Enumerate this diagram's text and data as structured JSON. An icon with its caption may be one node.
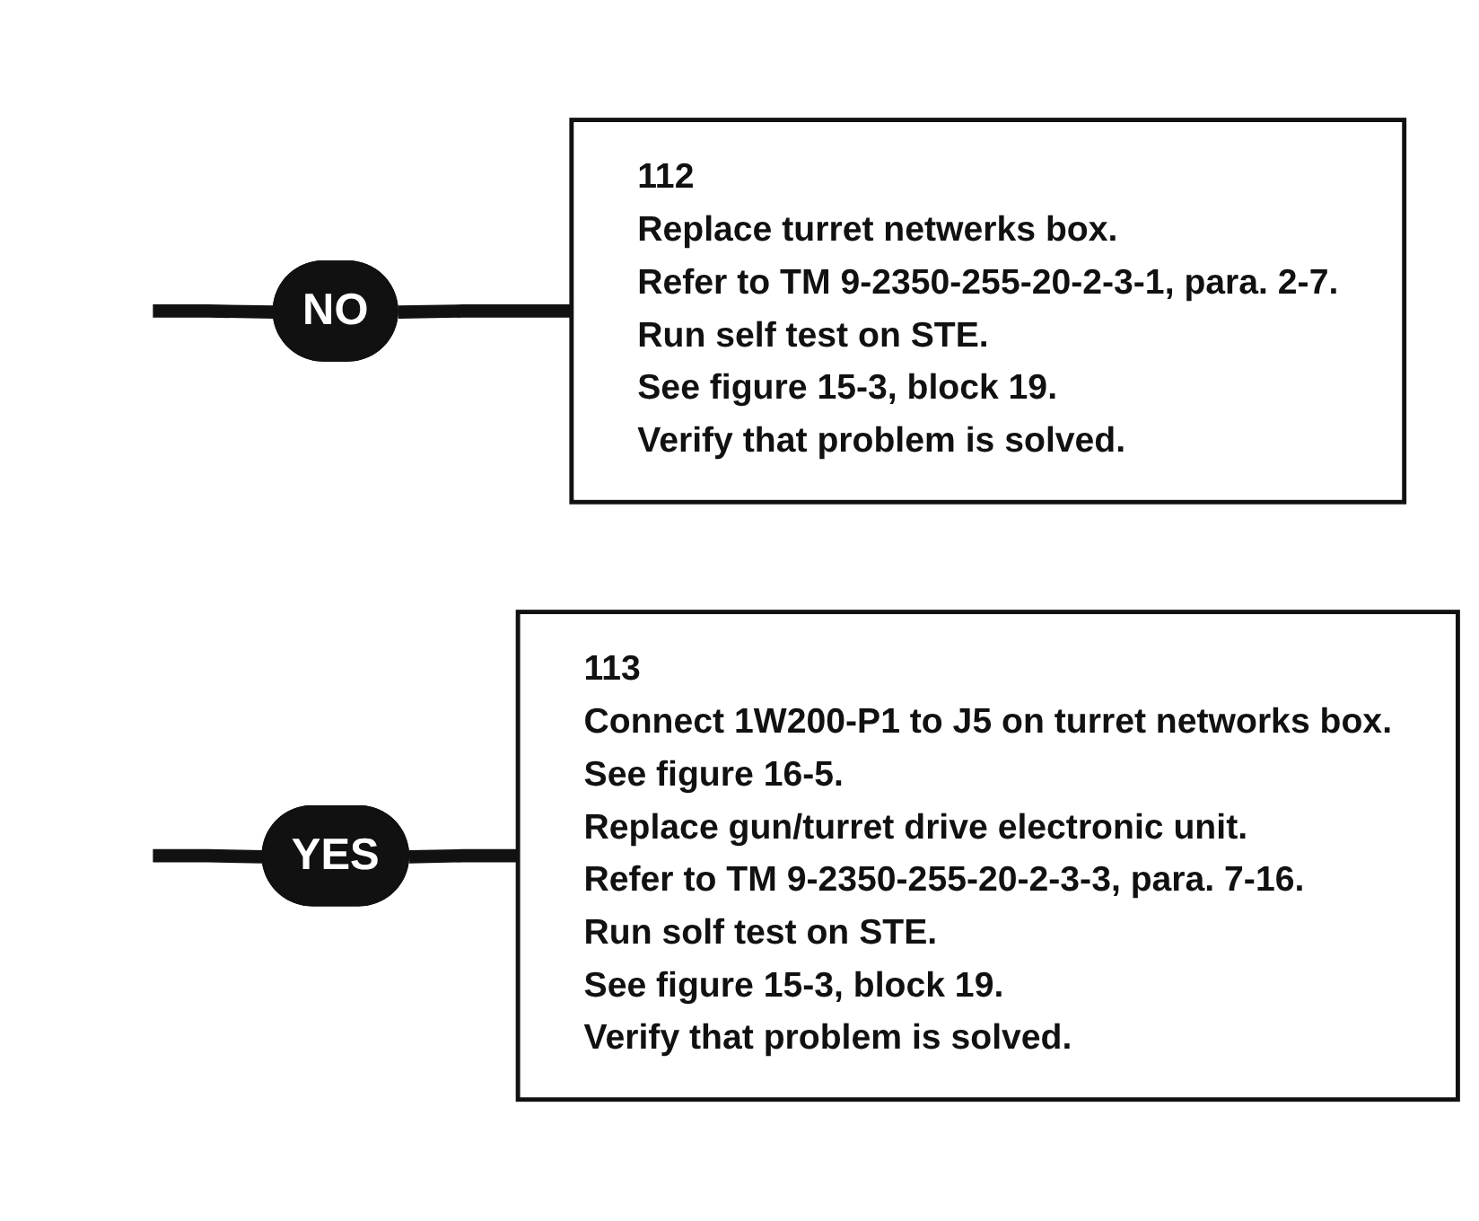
{
  "diagram": {
    "nodes": [
      {
        "text": [
          "NO"
        ]
      },
      {
        "text": [
          "112",
          "Replace turret netwerks box.",
          "Refer to TM 9-2350-255-20-2-3-1, para. 2-7.",
          "Run self test on STE.",
          "See figure 15-3, block 19.",
          "Verify that problem is solved."
        ]
      },
      {
        "text": [
          "YES"
        ]
      },
      {
        "text": [
          "113",
          "Connect 1W200-P1 to J5 on turret networks box.",
          "See figure 16-5.",
          "Replace gun/turret drive electronic unit.",
          "Refer to TM 9-2350-255-20-2-3-3, para. 7-16.",
          "Run solf test on STE.",
          "See figure 15-3, block 19.",
          "Verify that problem is solved."
        ]
      }
    ],
    "edges": [
      {
        "from": null,
        "to": 0,
        "arrow": "none"
      },
      {
        "from": null,
        "to": 2,
        "arrow": "none"
      },
      {
        "from": 0,
        "to": 1,
        "arrow": "none"
      },
      {
        "from": 2,
        "to": 3,
        "arrow": "none"
      }
    ]
  }
}
